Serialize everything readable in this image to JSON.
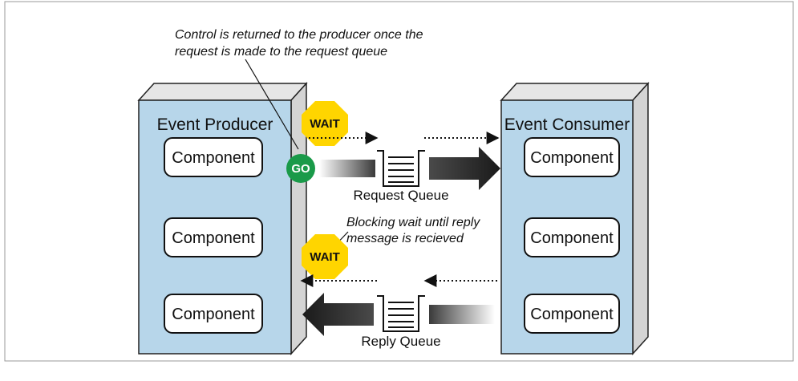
{
  "producer": {
    "title": "Event Producer",
    "components": [
      "Component",
      "Component",
      "Component"
    ]
  },
  "consumer": {
    "title": "Event Consumer",
    "components": [
      "Component",
      "Component",
      "Component"
    ]
  },
  "annotations": {
    "control_line1": "Control is returned to the producer once the",
    "control_line2": "request is made to the request queue",
    "blocking_line1": "Blocking wait until reply",
    "blocking_line2": "message is recieved"
  },
  "signals": {
    "wait_top": "WAIT",
    "go": "GO",
    "wait_bottom": "WAIT"
  },
  "queues": {
    "request": "Request Queue",
    "reply": "Reply Queue"
  },
  "colors": {
    "box_fill": "#b7d6ea",
    "box_side": "#d4d4d4",
    "box_top": "#e6e6e6",
    "wait": "#ffd500",
    "go": "#1a9a49",
    "arrow": "#333333"
  }
}
